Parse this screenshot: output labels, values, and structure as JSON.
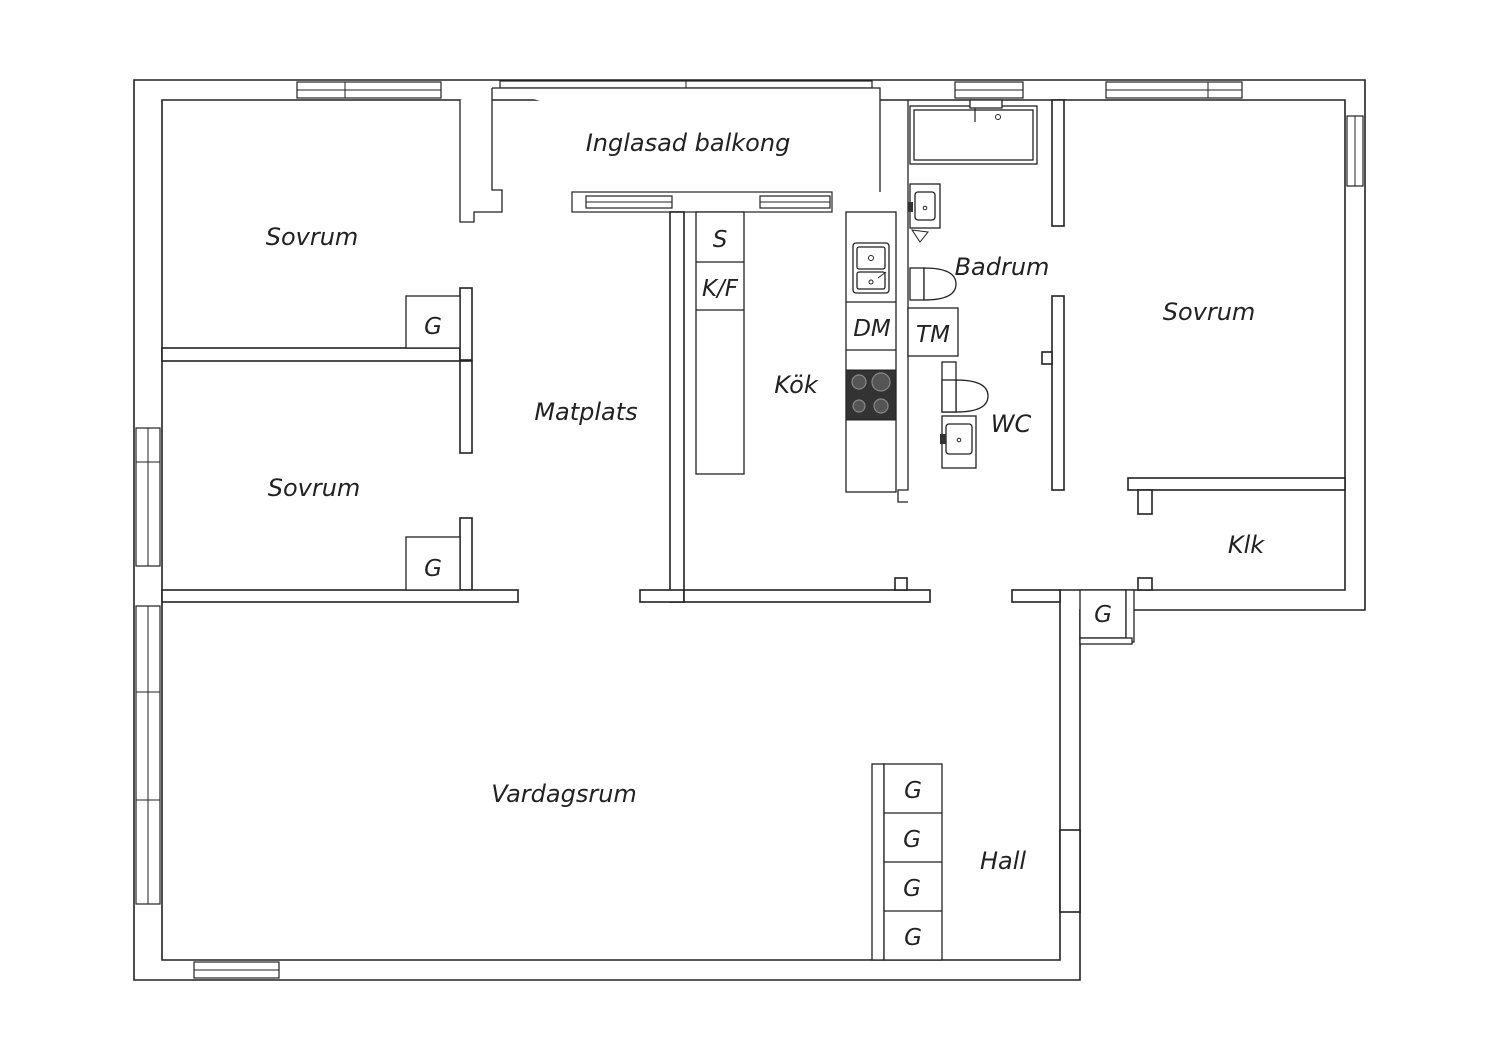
{
  "rooms": {
    "balcony": "Inglasad balkong",
    "bedroom_1": "Sovrum",
    "bedroom_2": "Sovrum",
    "bedroom_3": "Sovrum",
    "dining": "Matplats",
    "kitchen": "Kök",
    "bathroom": "Badrum",
    "wc": "WC",
    "living_room": "Vardagsrum",
    "hall": "Hall",
    "walk_in_closet": "Klk"
  },
  "fixtures": {
    "wardrobe_bedroom_1": "G",
    "wardrobe_bedroom_2": "G",
    "wardrobe_entry": "G",
    "wardrobe_hall_1": "G",
    "wardrobe_hall_2": "G",
    "wardrobe_hall_3": "G",
    "wardrobe_hall_4": "G",
    "kitchen_pantry": "S",
    "kitchen_fridge_freezer": "K/F",
    "dishwasher": "DM",
    "washing_machine": "TM"
  },
  "colors": {
    "line": "#222222",
    "background": "#ffffff",
    "stove": "#333333"
  }
}
